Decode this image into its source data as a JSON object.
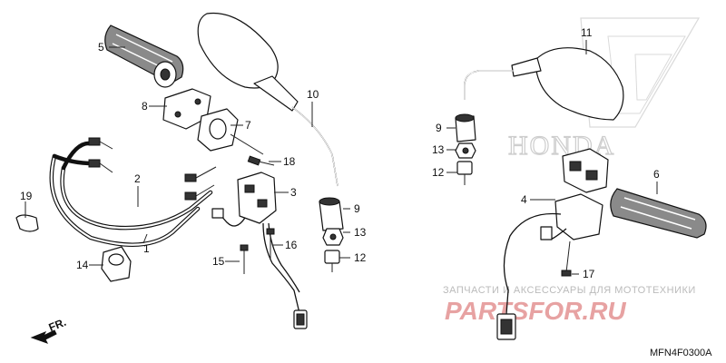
{
  "callouts": [
    {
      "n": "1"
    },
    {
      "n": "2"
    },
    {
      "n": "3"
    },
    {
      "n": "4"
    },
    {
      "n": "5"
    },
    {
      "n": "6"
    },
    {
      "n": "7"
    },
    {
      "n": "8"
    },
    {
      "n": "9"
    },
    {
      "n": "9"
    },
    {
      "n": "10"
    },
    {
      "n": "11"
    },
    {
      "n": "12"
    },
    {
      "n": "12"
    },
    {
      "n": "13"
    },
    {
      "n": "13"
    },
    {
      "n": "14"
    },
    {
      "n": "15"
    },
    {
      "n": "16"
    },
    {
      "n": "17"
    },
    {
      "n": "18"
    },
    {
      "n": "19"
    }
  ],
  "direction": {
    "label": "FR."
  },
  "diagram_code": "MFN4F0300A",
  "watermark": {
    "text": "ЗАПЧАСТИ И АКСЕССУАРЫ ДЛЯ МОТОТЕХНИКИ",
    "logo": "PARTSFOR.RU"
  },
  "brand": "HONDA"
}
